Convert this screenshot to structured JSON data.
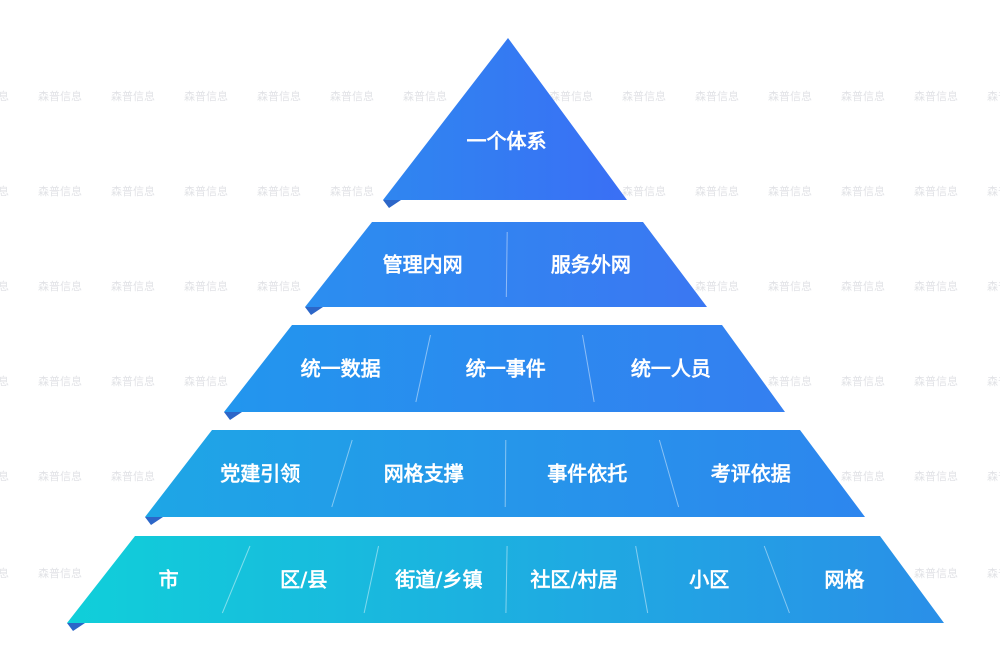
{
  "watermark": "森普信息",
  "pyramid": {
    "levels": [
      {
        "labels": [
          "一个体系"
        ]
      },
      {
        "labels": [
          "管理内网",
          "服务外网"
        ]
      },
      {
        "labels": [
          "统一数据",
          "统一事件",
          "统一人员"
        ]
      },
      {
        "labels": [
          "党建引领",
          "网格支撑",
          "事件依托",
          "考评依据"
        ]
      },
      {
        "labels": [
          "市",
          "区/县",
          "街道/乡镇",
          "社区/村居",
          "小区",
          "网格"
        ]
      }
    ]
  },
  "colors": {
    "level1_start": "#2f86f0",
    "level1_end": "#3a6ff5",
    "level2_start": "#2b8ef0",
    "level2_end": "#3b77f2",
    "level3_start": "#2296ee",
    "level3_end": "#347ff0",
    "level4_start": "#1ea6e6",
    "level4_end": "#2d86ee",
    "level5_start": "#10cfd9",
    "level5_end": "#2a8fe8",
    "shadow": "#2c66c8"
  }
}
